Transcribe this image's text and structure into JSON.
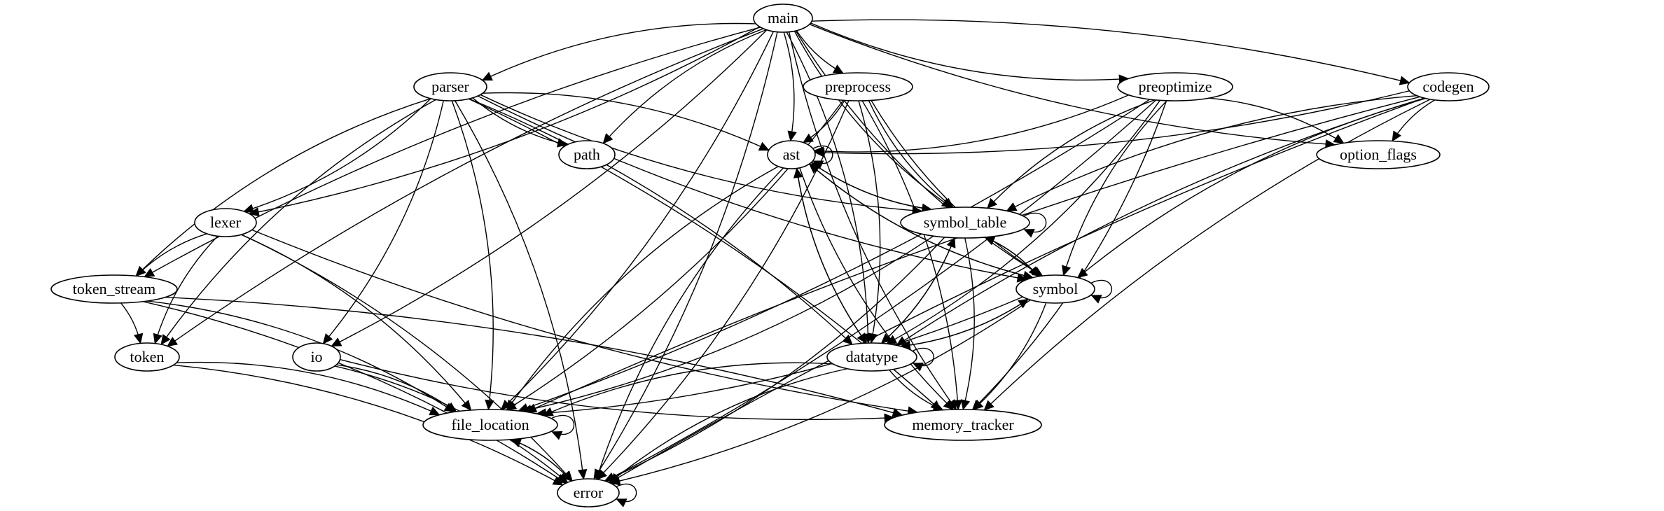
{
  "graph": {
    "nodes": [
      {
        "id": "main",
        "label": "main"
      },
      {
        "id": "parser",
        "label": "parser"
      },
      {
        "id": "preprocess",
        "label": "preprocess"
      },
      {
        "id": "preoptimize",
        "label": "preoptimize"
      },
      {
        "id": "codegen",
        "label": "codegen"
      },
      {
        "id": "path",
        "label": "path"
      },
      {
        "id": "ast",
        "label": "ast"
      },
      {
        "id": "option_flags",
        "label": "option_flags"
      },
      {
        "id": "lexer",
        "label": "lexer"
      },
      {
        "id": "symbol_table",
        "label": "symbol_table"
      },
      {
        "id": "token_stream",
        "label": "token_stream"
      },
      {
        "id": "symbol",
        "label": "symbol"
      },
      {
        "id": "token",
        "label": "token"
      },
      {
        "id": "io",
        "label": "io"
      },
      {
        "id": "datatype",
        "label": "datatype"
      },
      {
        "id": "file_location",
        "label": "file_location"
      },
      {
        "id": "memory_tracker",
        "label": "memory_tracker"
      },
      {
        "id": "error",
        "label": "error"
      }
    ],
    "edges": [
      [
        "main",
        "parser"
      ],
      [
        "main",
        "preprocess"
      ],
      [
        "main",
        "preoptimize"
      ],
      [
        "main",
        "codegen"
      ],
      [
        "main",
        "path"
      ],
      [
        "main",
        "ast"
      ],
      [
        "main",
        "option_flags"
      ],
      [
        "main",
        "lexer"
      ],
      [
        "main",
        "symbol_table"
      ],
      [
        "main",
        "token_stream"
      ],
      [
        "main",
        "symbol"
      ],
      [
        "main",
        "token"
      ],
      [
        "main",
        "io"
      ],
      [
        "main",
        "datatype"
      ],
      [
        "main",
        "file_location"
      ],
      [
        "main",
        "memory_tracker"
      ],
      [
        "main",
        "error"
      ],
      [
        "parser",
        "path"
      ],
      [
        "parser",
        "ast"
      ],
      [
        "parser",
        "lexer"
      ],
      [
        "parser",
        "symbol_table"
      ],
      [
        "parser",
        "token_stream"
      ],
      [
        "parser",
        "symbol"
      ],
      [
        "parser",
        "token"
      ],
      [
        "parser",
        "io"
      ],
      [
        "parser",
        "datatype"
      ],
      [
        "parser",
        "file_location"
      ],
      [
        "parser",
        "memory_tracker"
      ],
      [
        "parser",
        "error"
      ],
      [
        "preprocess",
        "ast"
      ],
      [
        "preprocess",
        "symbol_table"
      ],
      [
        "preprocess",
        "symbol"
      ],
      [
        "preprocess",
        "datatype"
      ],
      [
        "preprocess",
        "file_location"
      ],
      [
        "preprocess",
        "memory_tracker"
      ],
      [
        "preprocess",
        "error"
      ],
      [
        "preoptimize",
        "ast"
      ],
      [
        "preoptimize",
        "option_flags"
      ],
      [
        "preoptimize",
        "symbol_table"
      ],
      [
        "preoptimize",
        "symbol"
      ],
      [
        "preoptimize",
        "datatype"
      ],
      [
        "preoptimize",
        "file_location"
      ],
      [
        "preoptimize",
        "memory_tracker"
      ],
      [
        "preoptimize",
        "error"
      ],
      [
        "codegen",
        "ast"
      ],
      [
        "codegen",
        "option_flags"
      ],
      [
        "codegen",
        "symbol_table"
      ],
      [
        "codegen",
        "symbol"
      ],
      [
        "codegen",
        "datatype"
      ],
      [
        "codegen",
        "file_location"
      ],
      [
        "codegen",
        "memory_tracker"
      ],
      [
        "codegen",
        "error"
      ],
      [
        "ast",
        "ast"
      ],
      [
        "ast",
        "symbol_table"
      ],
      [
        "ast",
        "symbol"
      ],
      [
        "ast",
        "datatype"
      ],
      [
        "ast",
        "file_location"
      ],
      [
        "ast",
        "memory_tracker"
      ],
      [
        "ast",
        "error"
      ],
      [
        "symbol_table",
        "ast"
      ],
      [
        "symbol_table",
        "symbol_table"
      ],
      [
        "symbol_table",
        "symbol"
      ],
      [
        "symbol_table",
        "datatype"
      ],
      [
        "symbol_table",
        "file_location"
      ],
      [
        "symbol_table",
        "memory_tracker"
      ],
      [
        "symbol_table",
        "error"
      ],
      [
        "symbol",
        "ast"
      ],
      [
        "symbol",
        "symbol_table"
      ],
      [
        "symbol",
        "symbol"
      ],
      [
        "symbol",
        "datatype"
      ],
      [
        "symbol",
        "file_location"
      ],
      [
        "symbol",
        "memory_tracker"
      ],
      [
        "symbol",
        "error"
      ],
      [
        "datatype",
        "ast"
      ],
      [
        "datatype",
        "symbol_table"
      ],
      [
        "datatype",
        "symbol"
      ],
      [
        "datatype",
        "datatype"
      ],
      [
        "datatype",
        "file_location"
      ],
      [
        "datatype",
        "memory_tracker"
      ],
      [
        "datatype",
        "error"
      ],
      [
        "lexer",
        "token_stream"
      ],
      [
        "lexer",
        "token"
      ],
      [
        "lexer",
        "file_location"
      ],
      [
        "lexer",
        "memory_tracker"
      ],
      [
        "lexer",
        "error"
      ],
      [
        "token_stream",
        "token"
      ],
      [
        "token_stream",
        "file_location"
      ],
      [
        "token_stream",
        "memory_tracker"
      ],
      [
        "token_stream",
        "error"
      ],
      [
        "token",
        "file_location"
      ],
      [
        "token",
        "error"
      ],
      [
        "io",
        "file_location"
      ],
      [
        "io",
        "memory_tracker"
      ],
      [
        "io",
        "error"
      ],
      [
        "file_location",
        "file_location"
      ],
      [
        "file_location",
        "error"
      ],
      [
        "error",
        "file_location"
      ],
      [
        "error",
        "error"
      ]
    ]
  }
}
